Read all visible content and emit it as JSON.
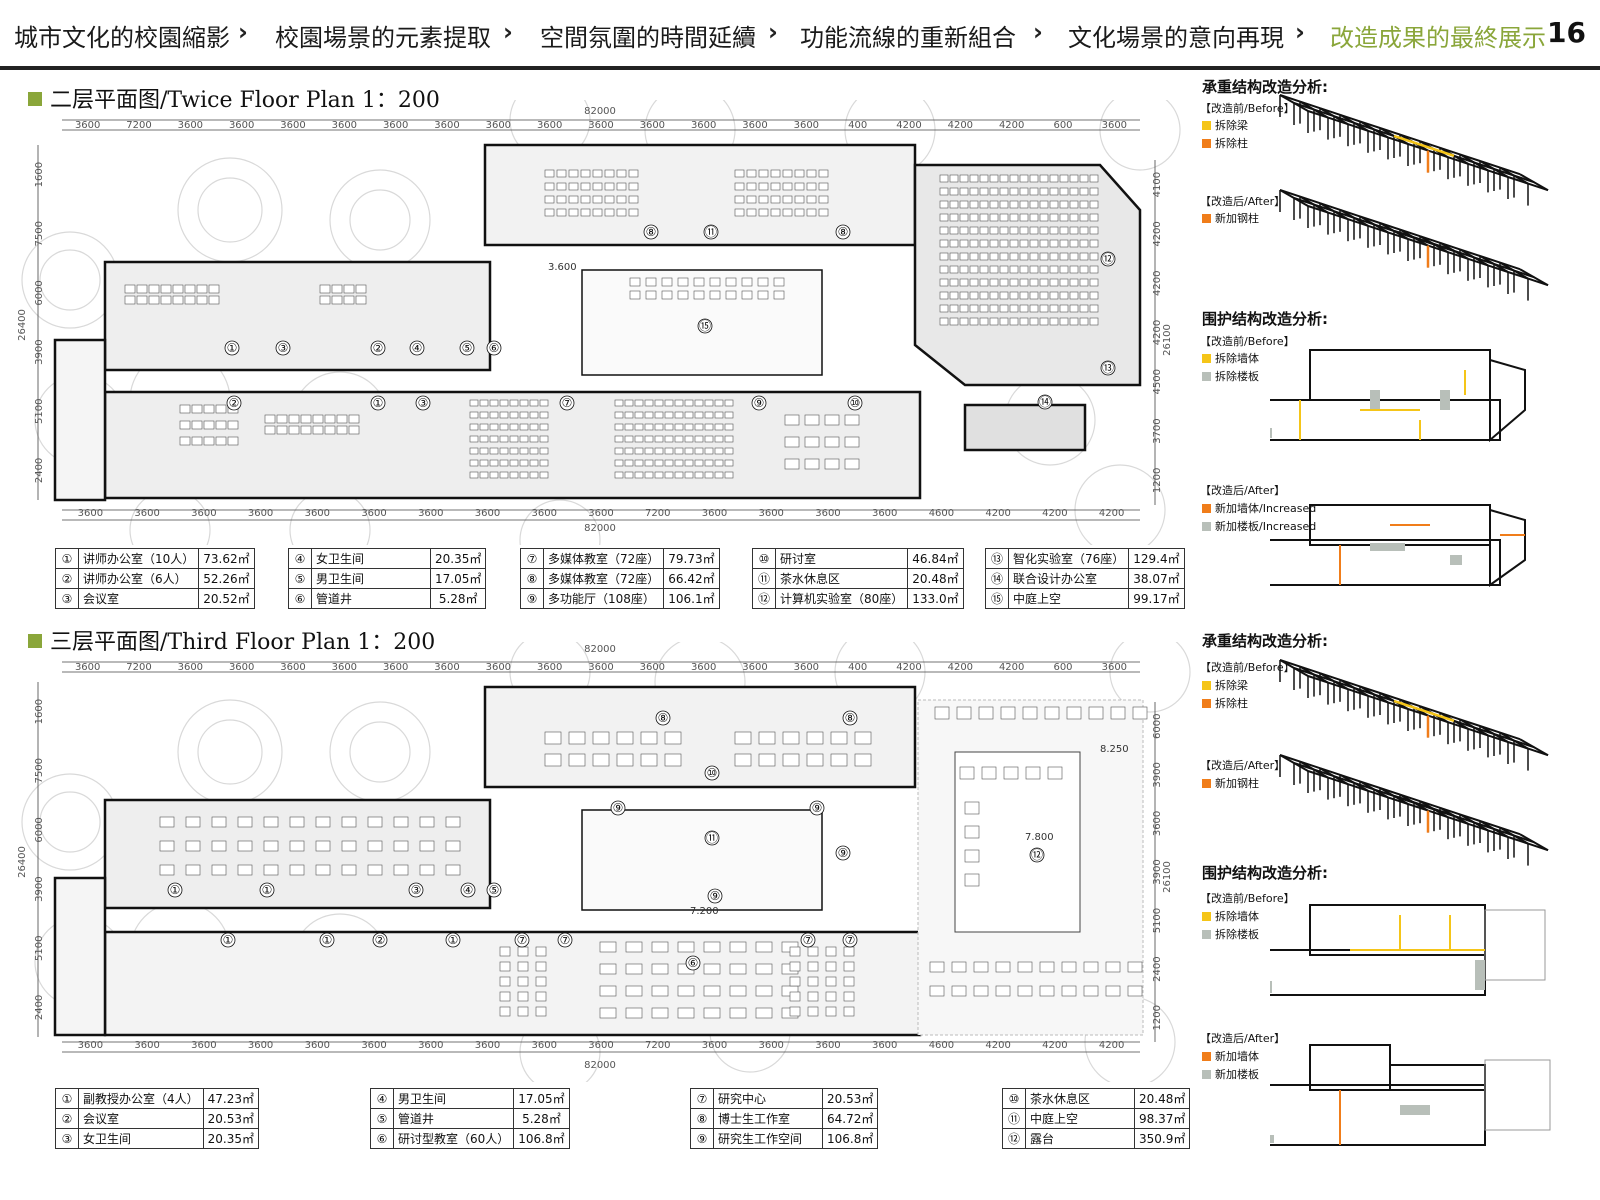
{
  "header": {
    "nav": [
      {
        "label": "城市文化的校園縮影",
        "active": false
      },
      {
        "label": "校園場景的元素提取",
        "active": false
      },
      {
        "label": "空間氛圍的時間延續",
        "active": false
      },
      {
        "label": "功能流線的重新組合",
        "active": false
      },
      {
        "label": "文化場景的意向再現",
        "active": false
      },
      {
        "label": "改造成果的最終展示",
        "active": true
      }
    ],
    "page_number": "16"
  },
  "colors": {
    "accent": "#8aa63a",
    "yellow": "#f5c518",
    "orange": "#f07d1a",
    "grey": "#b8bfb9"
  },
  "floor2": {
    "title": "二层平面图/Twice Floor Plan 1：200",
    "total_dim": "82000",
    "top_dims": [
      "3600",
      "7200",
      "3600",
      "3600",
      "3600",
      "3600",
      "3600",
      "3600",
      "3600",
      "3600",
      "3600",
      "3600",
      "3600",
      "3600",
      "3600",
      "400",
      "4200",
      "4200",
      "4200",
      "600",
      "3600"
    ],
    "bottom_dims": [
      "3600",
      "3600",
      "3600",
      "3600",
      "3600",
      "3600",
      "3600",
      "3600",
      "3600",
      "3600",
      "7200",
      "3600",
      "3600",
      "3600",
      "3600",
      "4600",
      "4200",
      "4200",
      "4200"
    ],
    "left_dims": [
      "1600",
      "7500",
      "6000",
      "3900",
      "5100",
      "2400"
    ],
    "left_total": "26400",
    "right_dims": [
      "4100",
      "4200",
      "4200",
      "4200",
      "4500",
      "3700",
      "1200"
    ],
    "right_total": "26100",
    "level": "3.600",
    "rooms": [
      {
        "n": "①",
        "name": "讲师办公室（10人）",
        "area": "73.62㎡"
      },
      {
        "n": "②",
        "name": "讲师办公室（6人）",
        "area": "52.26㎡"
      },
      {
        "n": "③",
        "name": "会议室",
        "area": "20.52㎡"
      },
      {
        "n": "④",
        "name": "女卫生间",
        "area": "20.35㎡"
      },
      {
        "n": "⑤",
        "name": "男卫生间",
        "area": "17.05㎡"
      },
      {
        "n": "⑥",
        "name": "管道井",
        "area": "5.28㎡"
      },
      {
        "n": "⑦",
        "name": "多媒体教室（72座）",
        "area": "79.73㎡"
      },
      {
        "n": "⑧",
        "name": "多媒体教室（72座）",
        "area": "66.42㎡"
      },
      {
        "n": "⑨",
        "name": "多功能厅（108座）",
        "area": "106.1㎡"
      },
      {
        "n": "⑩",
        "name": "研讨室",
        "area": "46.84㎡"
      },
      {
        "n": "⑪",
        "name": "茶水休息区",
        "area": "20.48㎡"
      },
      {
        "n": "⑫",
        "name": "计算机实验室（80座）",
        "area": "133.0㎡"
      },
      {
        "n": "⑬",
        "name": "智化实验室（76座）",
        "area": "129.4㎡"
      },
      {
        "n": "⑭",
        "name": "联合设计办公室",
        "area": "38.07㎡"
      },
      {
        "n": "⑮",
        "name": "中庭上空",
        "area": "99.17㎡"
      }
    ]
  },
  "floor3": {
    "title": "三层平面图/Third Floor Plan 1：200",
    "total_dim": "82000",
    "level_a": "8.250",
    "level_b": "7.800",
    "level_c": "7.200",
    "right_dims": [
      "6000",
      "3900",
      "3600",
      "3900",
      "5100",
      "2400",
      "1200"
    ],
    "left_dims": [
      "1600",
      "7500",
      "6000",
      "3900",
      "5100",
      "2400"
    ],
    "left_total": "26400",
    "right_total": "26100",
    "rooms": [
      {
        "n": "①",
        "name": "副教授办公室（4人）",
        "area": "47.23㎡"
      },
      {
        "n": "②",
        "name": "会议室",
        "area": "20.53㎡"
      },
      {
        "n": "③",
        "name": "女卫生间",
        "area": "20.35㎡"
      },
      {
        "n": "④",
        "name": "男卫生间",
        "area": "17.05㎡"
      },
      {
        "n": "⑤",
        "name": "管道井",
        "area": "5.28㎡"
      },
      {
        "n": "⑥",
        "name": "研讨型教室（60人）",
        "area": "106.8㎡"
      },
      {
        "n": "⑦",
        "name": "研究中心",
        "area": "20.53㎡"
      },
      {
        "n": "⑧",
        "name": "博士生工作室",
        "area": "64.72㎡"
      },
      {
        "n": "⑨",
        "name": "研究生工作空间",
        "area": "106.8㎡"
      },
      {
        "n": "⑩",
        "name": "茶水休息区",
        "area": "20.48㎡"
      },
      {
        "n": "⑪",
        "name": "中庭上空",
        "area": "98.37㎡"
      },
      {
        "n": "⑫",
        "name": "露台",
        "area": "350.9㎡"
      }
    ]
  },
  "side": {
    "struct_title": "承重结构改造分析:",
    "envelope_title": "围护结构改造分析:",
    "before": "【改造前/Before】",
    "after": "【改造后/After】",
    "remove_beam": "拆除梁",
    "remove_column": "拆除柱",
    "new_steel_column": "新加钢柱",
    "remove_wall": "拆除墙体",
    "remove_slab": "拆除楼板",
    "new_wall_inc": "新加墙体/Increased",
    "new_slab_inc": "新加楼板/Increased",
    "new_wall": "新加墙体",
    "new_slab": "新加楼板"
  }
}
